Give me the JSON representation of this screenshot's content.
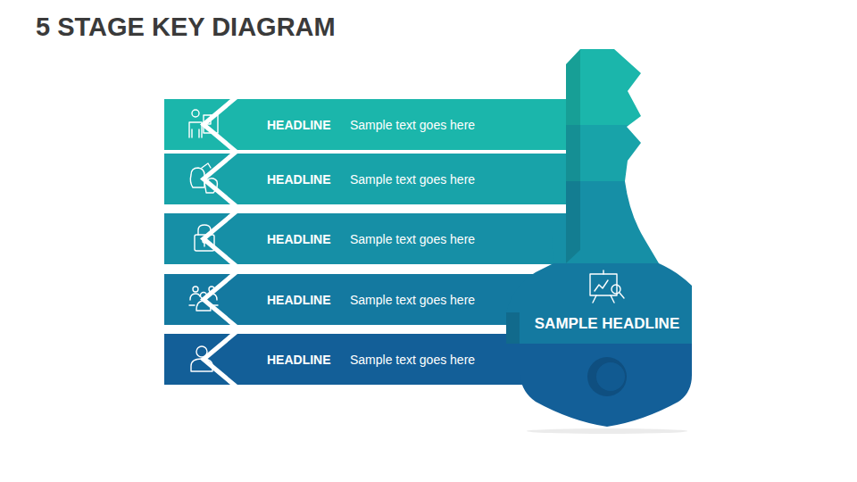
{
  "diagram": {
    "title": "5 STAGE KEY DIAGRAM",
    "nodes": [
      {
        "text": [
          "HEADLINE",
          "Sample text goes here"
        ]
      },
      {
        "text": [
          "HEADLINE",
          "Sample text goes here"
        ]
      },
      {
        "text": [
          "HEADLINE",
          "Sample text goes here"
        ]
      },
      {
        "text": [
          "HEADLINE",
          "Sample text goes here"
        ]
      },
      {
        "text": [
          "HEADLINE",
          "Sample text goes here"
        ]
      },
      {
        "text": [
          "SAMPLE HEADLINE"
        ]
      }
    ]
  }
}
